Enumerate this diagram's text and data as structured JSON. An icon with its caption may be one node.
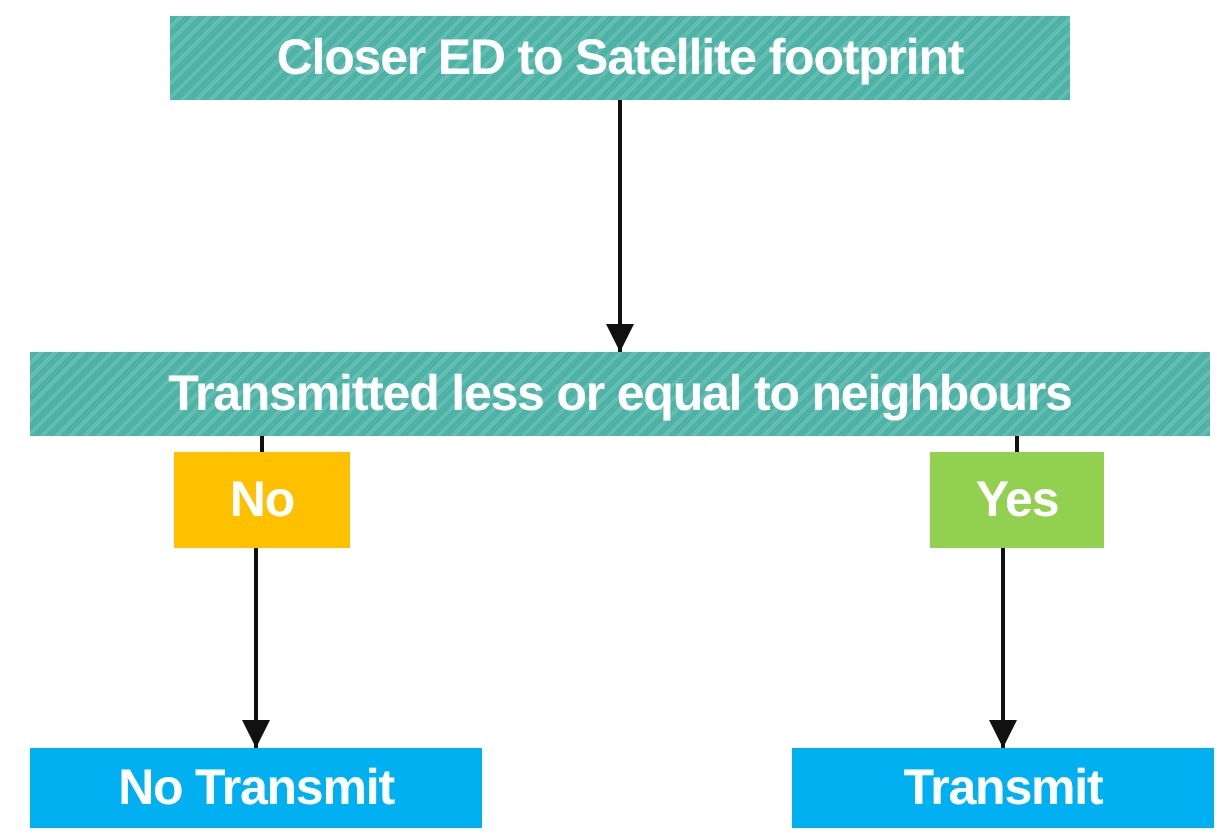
{
  "diagram": {
    "nodes": [
      {
        "text": [
          "Closer ED to Satellite footprint"
        ]
      },
      {
        "text": [
          "Transmitted less or equal to neighbours"
        ]
      },
      {
        "text": [
          "No"
        ]
      },
      {
        "text": [
          "Yes"
        ]
      },
      {
        "text": [
          "No Transmit"
        ]
      },
      {
        "text": [
          "Transmit"
        ]
      }
    ],
    "edges": [
      {
        "from": 0,
        "to": 1,
        "arrow": "to"
      },
      {
        "from": 1,
        "to": 2,
        "arrow": "none"
      },
      {
        "from": 1,
        "to": 3,
        "arrow": "none"
      },
      {
        "from": 2,
        "to": 4,
        "arrow": "to"
      },
      {
        "from": 3,
        "to": 5,
        "arrow": "to"
      }
    ]
  }
}
